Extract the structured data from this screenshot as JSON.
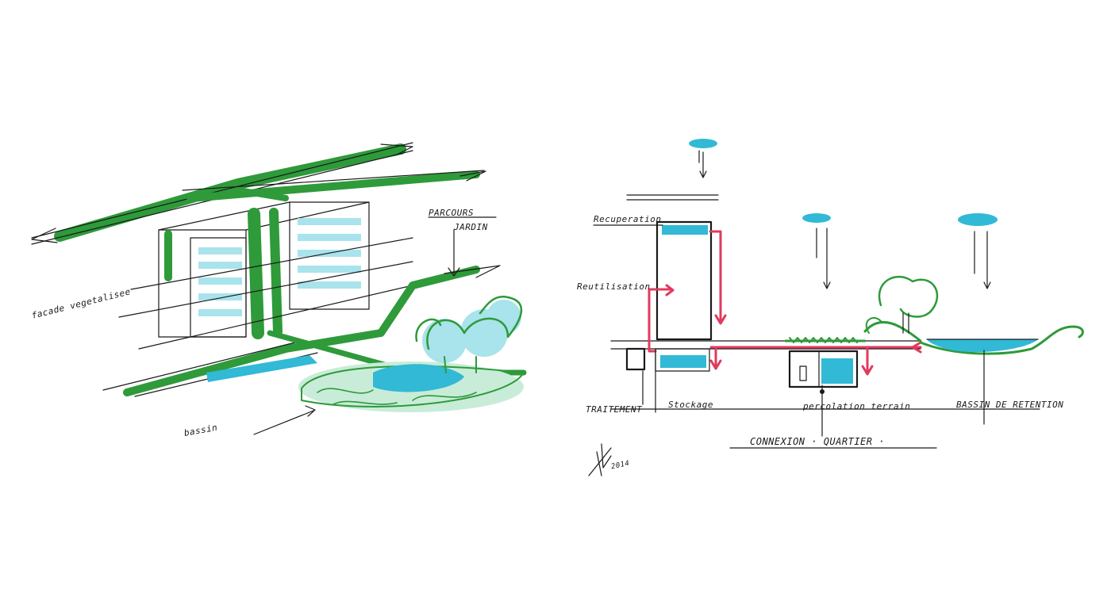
{
  "colors": {
    "ink": "#1a1a1a",
    "green": "#2e9a3a",
    "cyan": "#31b9d6",
    "cyan_light": "#a9e3ec",
    "red": "#e23a5e",
    "paper": "#ffffff"
  },
  "left_sketch": {
    "labels": {
      "parcours": "PARCOURS",
      "jardin": "JARDIN",
      "facade": "facade vegetalisee",
      "bassin": "bassin"
    }
  },
  "right_sketch": {
    "labels": {
      "recuperation": "Recuperation",
      "reutilisation": "Reutilisation",
      "traitement": "TRAITEMENT",
      "stockage": "Stockage",
      "percolation": "percolation terrain",
      "bassin": "BASSIN DE RETENTION",
      "connexion": "CONNEXION · QUARTIER ·",
      "signature": "2014"
    }
  }
}
